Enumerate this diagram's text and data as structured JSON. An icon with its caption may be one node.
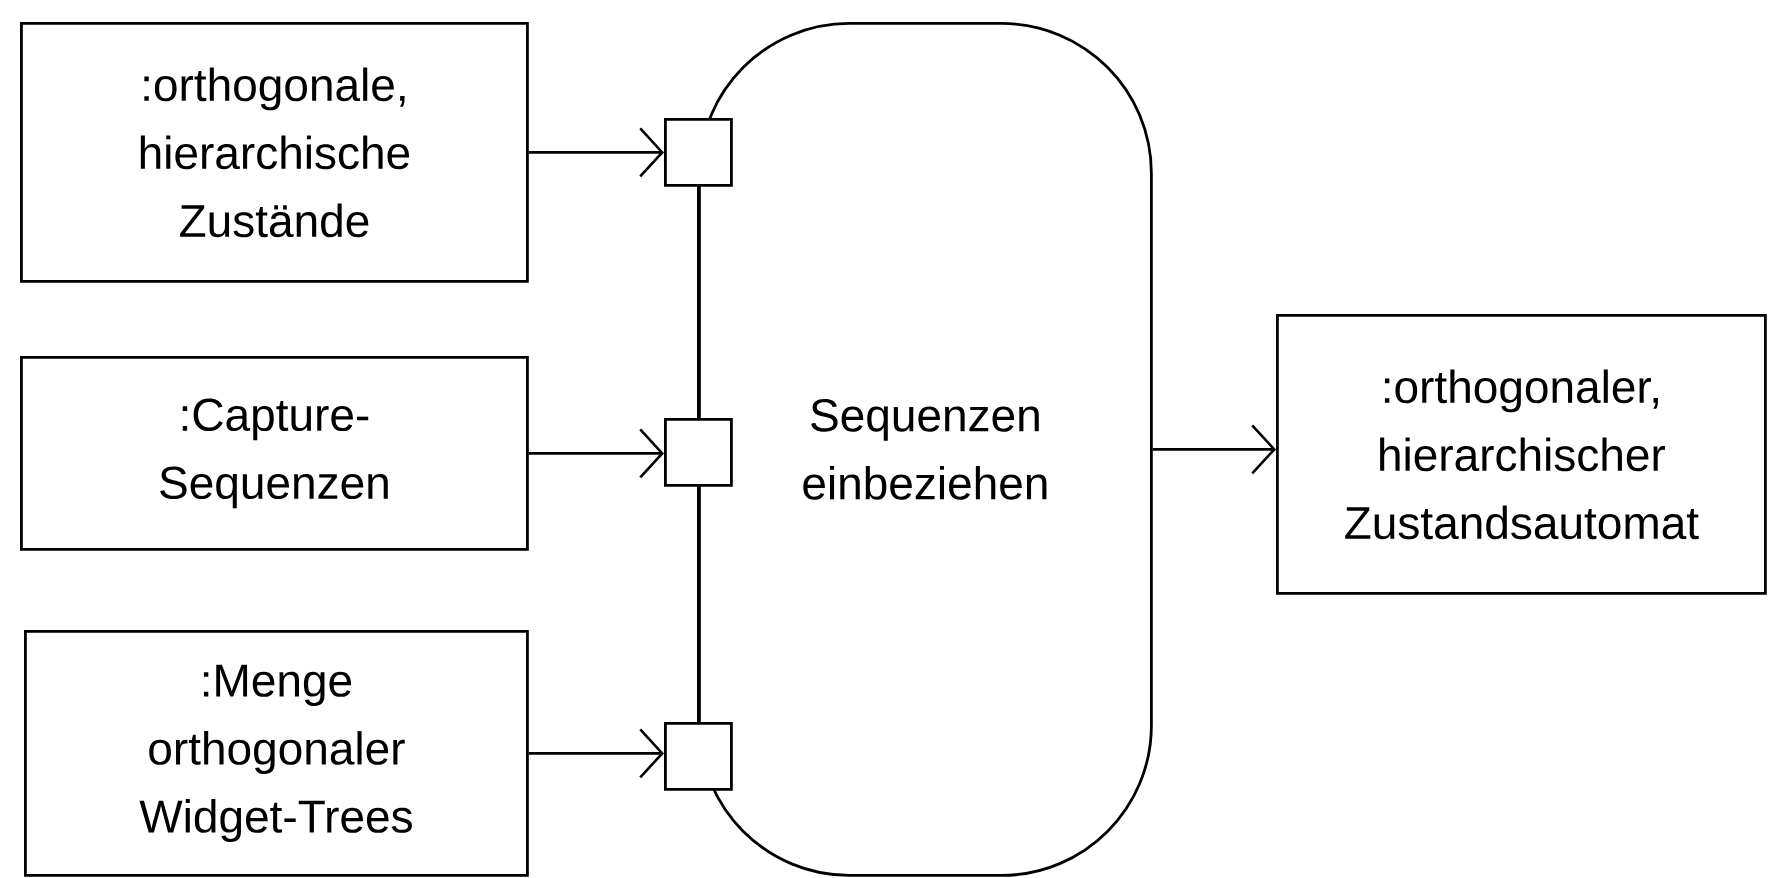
{
  "diagram": {
    "nodes": [
      {
        "text": [
          ":orthogonale, hierarchische Zustände"
        ]
      },
      {
        "text": [
          ":Capture- Sequenzen"
        ]
      },
      {
        "text": [
          ":Menge orthogonaler Widget-Trees"
        ]
      },
      {
        "text": [
          "Sequenzen einbeziehen"
        ]
      },
      {
        "text": [],
        "shape": "box"
      },
      {
        "text": [],
        "shape": "box"
      },
      {
        "text": [],
        "shape": "box"
      },
      {
        "text": [
          ":orthogonaler, hierarchischer Zustandsautomat"
        ]
      }
    ],
    "edges": [
      {
        "from": 0,
        "to": 4,
        "arrow": "to"
      },
      {
        "from": 1,
        "to": 5,
        "arrow": "to"
      },
      {
        "from": 2,
        "to": 6,
        "arrow": "to"
      },
      {
        "from": 4,
        "to": 5,
        "arrow": "none"
      },
      {
        "from": 5,
        "to": 6,
        "arrow": "none"
      },
      {
        "from": 3,
        "to": 7,
        "arrow": "to"
      }
    ]
  }
}
